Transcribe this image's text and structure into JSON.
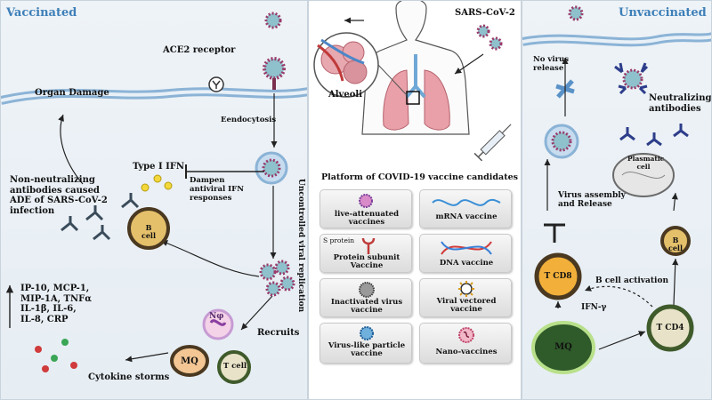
{
  "left": {
    "title": "Vaccinated",
    "ace2": "ACE2 receptor",
    "organ_damage": "Organ Damage",
    "endocytosis": "Eendocytosis",
    "type1_ifn": "Type I IFN",
    "dampen": "Dampen antiviral IFN responses",
    "uncontrolled": "Uncontrolled viral replication",
    "non_neutralizing": "Non-neutralizing antibodies caused ADE of SARS-CoV-2 infection",
    "b_cell": "B cell",
    "recruits": "Recruits",
    "cytokines": [
      "IP-10, MCP-1,",
      "MIP-1A, TNFα",
      "IL-1β, IL-6,",
      "IL-8, CRP"
    ],
    "cytokine_storms": "Cytokine storms",
    "mq": "MQ",
    "t_cell": "T cell",
    "nphi": "Nφ"
  },
  "center": {
    "sars": "SARS-CoV-2",
    "alveoli": "Alveoli",
    "platform_title": "Platform of COVID-19 vaccine candidates",
    "tiles": [
      {
        "label": "live-attenuated vaccines",
        "icon": "virus-icon"
      },
      {
        "label": "mRNA vaccine",
        "icon": "mrna-icon"
      },
      {
        "label": "Protein subunit Vaccine",
        "sub": "S protein",
        "icon": "protein-icon"
      },
      {
        "label": "DNA vaccine",
        "icon": "dna-icon"
      },
      {
        "label": "Inactivated virus vaccine",
        "icon": "inactivated-virus-icon"
      },
      {
        "label": "Viral vectored vaccine",
        "icon": "viral-vector-icon"
      },
      {
        "label": "Virus-like particle vaccine",
        "icon": "vlp-icon"
      },
      {
        "label": "Nano-vaccines",
        "icon": "nanoparticle-icon"
      }
    ]
  },
  "right": {
    "title": "Unvaccinated",
    "no_release": "No virus release",
    "neutralizing": "Neutralizing antibodies",
    "plasmatic": "Plasmatic cell",
    "assembly": "Virus assembly and Release",
    "b_cell": "B cell",
    "b_activation": "B cell activation",
    "tcd8": "T CD8",
    "ifn_gamma": "IFN-γ",
    "tcd4": "T CD4",
    "mq": "MQ"
  }
}
